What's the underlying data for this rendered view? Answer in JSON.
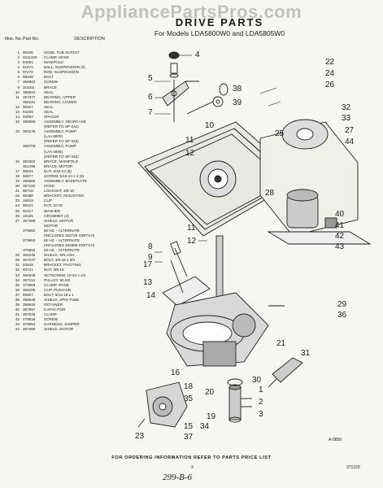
{
  "watermark": "AppliancePartsPros.com",
  "title": "DRIVE PARTS",
  "subtitle": "For Models LDA5800W0 and LDA5805W0",
  "table": {
    "header_col1": "Illus. No.",
    "header_col2": "Part No.",
    "header_col3": "DESCRIPTION",
    "rows": [
      [
        "1",
        "96326",
        "HOSE, TUB OUTLET"
      ],
      [
        "2",
        "3411325",
        "CLAMP, HOSE"
      ],
      [
        "3",
        "84091",
        "MANIFOLD"
      ],
      [
        "4",
        "91672",
        "BALL, SUSPENSION (3)"
      ],
      [
        "5",
        "97270",
        "ROD, SUSPENSION"
      ],
      [
        "6",
        "98048",
        "BOLT"
      ],
      [
        "7",
        "358862",
        "SCREW"
      ],
      [
        "8",
        "315311",
        "BRACE"
      ],
      [
        "10",
        "356934",
        "SEAL"
      ],
      [
        "11",
        "357377",
        "BEARING, UPPER"
      ],
      [
        "",
        "356181",
        "BEARING, LOWER"
      ],
      [
        "12",
        "96327",
        "SEAL"
      ],
      [
        "13",
        "94209",
        "SEAL"
      ],
      [
        "14",
        "92692",
        "SPACER"
      ],
      [
        "15",
        "356996",
        "ASSEMBLY, GEARCASE"
      ],
      [
        "",
        "",
        "(REFER TO SP-342)"
      ],
      [
        "15",
        "360175",
        "ASSEMBLY, PUMP"
      ],
      [
        "",
        "",
        "(LAA 5800)"
      ],
      [
        "",
        "",
        "(REFER TO SP-342)"
      ],
      [
        "",
        "360708",
        "ASSEMBLY, PUMP"
      ],
      [
        "",
        "",
        "(LAA 5805)"
      ],
      [
        "",
        "",
        "(REFER TO SP-342)"
      ],
      [
        "16",
        "391802",
        "BRACE, MANIFOLD"
      ],
      [
        "",
        "351495",
        "BRACE, MOTOR"
      ],
      [
        "17",
        "96531",
        "NUT, 5/16-24 (5)"
      ],
      [
        "18",
        "90877",
        "SCREW, 5/16-24 x 2 (5)"
      ],
      [
        "19",
        "366665",
        "ASSEMBLY, BASEPLATE"
      ],
      [
        "20",
        "357159",
        "HOSE"
      ],
      [
        "21",
        "96716",
        "LOCKNUT, 3/8-16"
      ],
      [
        "22",
        "85386",
        "BRACKET, ADJUSTING"
      ],
      [
        "23",
        "16818",
        "CLIP"
      ],
      [
        "24",
        "98122",
        "NUT, 10-32"
      ],
      [
        "25",
        "92317",
        "WASHER"
      ],
      [
        "26",
        "19155",
        "GROMMET (4)"
      ],
      [
        "27",
        "357389",
        "SHIELD, MOTOR"
      ],
      [
        "",
        "",
        "MOTOR"
      ],
      [
        "",
        "379852",
        "60 HZ. - ALTERNATE"
      ],
      [
        "",
        "",
        "(INCLUDES 362725 SWITCH)"
      ],
      [
        "",
        "379853",
        "60 HZ. - ALTERNATE"
      ],
      [
        "",
        "",
        "(INCLUDES 362886 SWITCH)"
      ],
      [
        "",
        "379855",
        "60 HZ. - ALTERNATE"
      ],
      [
        "28",
        "356248",
        "SHIELD, SPLASH"
      ],
      [
        "29",
        "357037",
        "BOLT, 3/8-16 x 3/4"
      ],
      [
        "31",
        "93549",
        "BRACKET, PIVOTING"
      ],
      [
        "32",
        "93721",
        "NUT, 3/8-16"
      ],
      [
        "33",
        "356346",
        "SETSCREW, 10-24 x 1/2"
      ],
      [
        "34",
        "357114",
        "PULLEY, 60 HZ."
      ],
      [
        "35",
        "372858",
        "CLAMP, HOSE"
      ],
      [
        "36",
        "356288",
        "CLIP, PUSH-ON"
      ],
      [
        "37",
        "96867",
        "BOLT, 5/16-18 x 1"
      ],
      [
        "38",
        "356848",
        "SHIELD, SPIN TUBE"
      ],
      [
        "39",
        "356840",
        "RETAINER"
      ],
      [
        "40",
        "357057",
        "CAPACITOR"
      ],
      [
        "41",
        "357036",
        "CLAMP"
      ],
      [
        "42",
        "278628",
        "SCREW"
      ],
      [
        "43",
        "379854",
        "HARNESS, JUMPER"
      ],
      [
        "44",
        "357388",
        "SHIELD, MOTOR"
      ]
    ]
  },
  "callouts": [
    {
      "id": "c4",
      "label": "4"
    },
    {
      "id": "c5",
      "label": "5"
    },
    {
      "id": "c6",
      "label": "6"
    },
    {
      "id": "c7",
      "label": "7"
    },
    {
      "id": "c38",
      "label": "38"
    },
    {
      "id": "c39",
      "label": "39"
    },
    {
      "id": "c10",
      "label": "10"
    },
    {
      "id": "c11a",
      "label": "11"
    },
    {
      "id": "c12a",
      "label": "12"
    },
    {
      "id": "c22",
      "label": "22"
    },
    {
      "id": "c24",
      "label": "24"
    },
    {
      "id": "c26",
      "label": "26"
    },
    {
      "id": "c32",
      "label": "32"
    },
    {
      "id": "c33",
      "label": "33"
    },
    {
      "id": "c27",
      "label": "27"
    },
    {
      "id": "c25",
      "label": "25"
    },
    {
      "id": "c44",
      "label": "44"
    },
    {
      "id": "c28",
      "label": "28"
    },
    {
      "id": "c40",
      "label": "40"
    },
    {
      "id": "c41",
      "label": "41"
    },
    {
      "id": "c42",
      "label": "42"
    },
    {
      "id": "c43",
      "label": "43"
    },
    {
      "id": "c11b",
      "label": "11"
    },
    {
      "id": "c12b",
      "label": "12"
    },
    {
      "id": "c8",
      "label": "8"
    },
    {
      "id": "c9",
      "label": "9"
    },
    {
      "id": "c17",
      "label": "17"
    },
    {
      "id": "c13",
      "label": "13"
    },
    {
      "id": "c14",
      "label": "14"
    },
    {
      "id": "c29",
      "label": "29"
    },
    {
      "id": "c36",
      "label": "36"
    },
    {
      "id": "c21",
      "label": "21"
    },
    {
      "id": "c31",
      "label": "31"
    },
    {
      "id": "c30",
      "label": "30"
    },
    {
      "id": "c16",
      "label": "16"
    },
    {
      "id": "c18",
      "label": "18"
    },
    {
      "id": "c35",
      "label": "35"
    },
    {
      "id": "c20",
      "label": "20"
    },
    {
      "id": "c1",
      "label": "1"
    },
    {
      "id": "c2",
      "label": "2"
    },
    {
      "id": "c3",
      "label": "3"
    },
    {
      "id": "c19",
      "label": "19"
    },
    {
      "id": "c34",
      "label": "34"
    },
    {
      "id": "c15",
      "label": "15"
    },
    {
      "id": "c37",
      "label": "37"
    },
    {
      "id": "c23",
      "label": "23"
    }
  ],
  "figure_code": "A-0856",
  "footer": "FOR ORDERING INFORMATION REFER TO PARTS PRICE LIST",
  "page_number": "3",
  "doc_number": "371229",
  "handwritten": "299-B-6"
}
